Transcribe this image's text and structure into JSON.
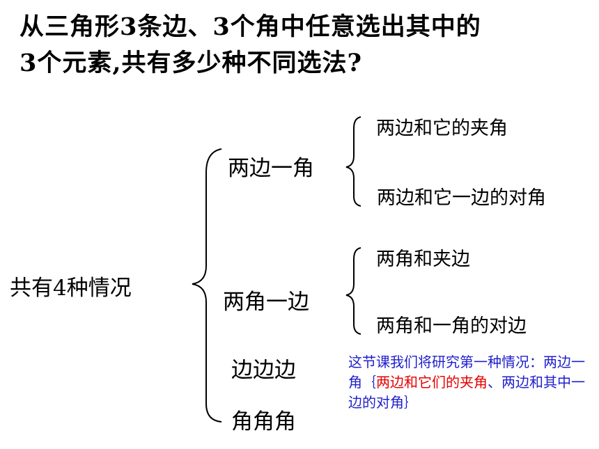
{
  "question": {
    "line1": "从三角形3条边、3个角中任意选出其中的",
    "line2": "3个元素,共有多少种不同选法?"
  },
  "root": {
    "label": "共有4种情况"
  },
  "cases": [
    {
      "label": "两边一角",
      "subcases": [
        "两边和它的夹角",
        "两边和它一边的对角"
      ]
    },
    {
      "label": "两角一边",
      "subcases": [
        "两角和夹边",
        "两角和一角的对边"
      ]
    },
    {
      "label": "边边边"
    },
    {
      "label": "角角角"
    }
  ],
  "note": {
    "part1": "这节课我们将研究第一种情况：两边一角｛",
    "highlight": "两边和它们的夹角",
    "part2": "、两边和其中一边的对角｝",
    "colors": {
      "text": "#1f1fcc",
      "highlight": "#e60000"
    }
  }
}
